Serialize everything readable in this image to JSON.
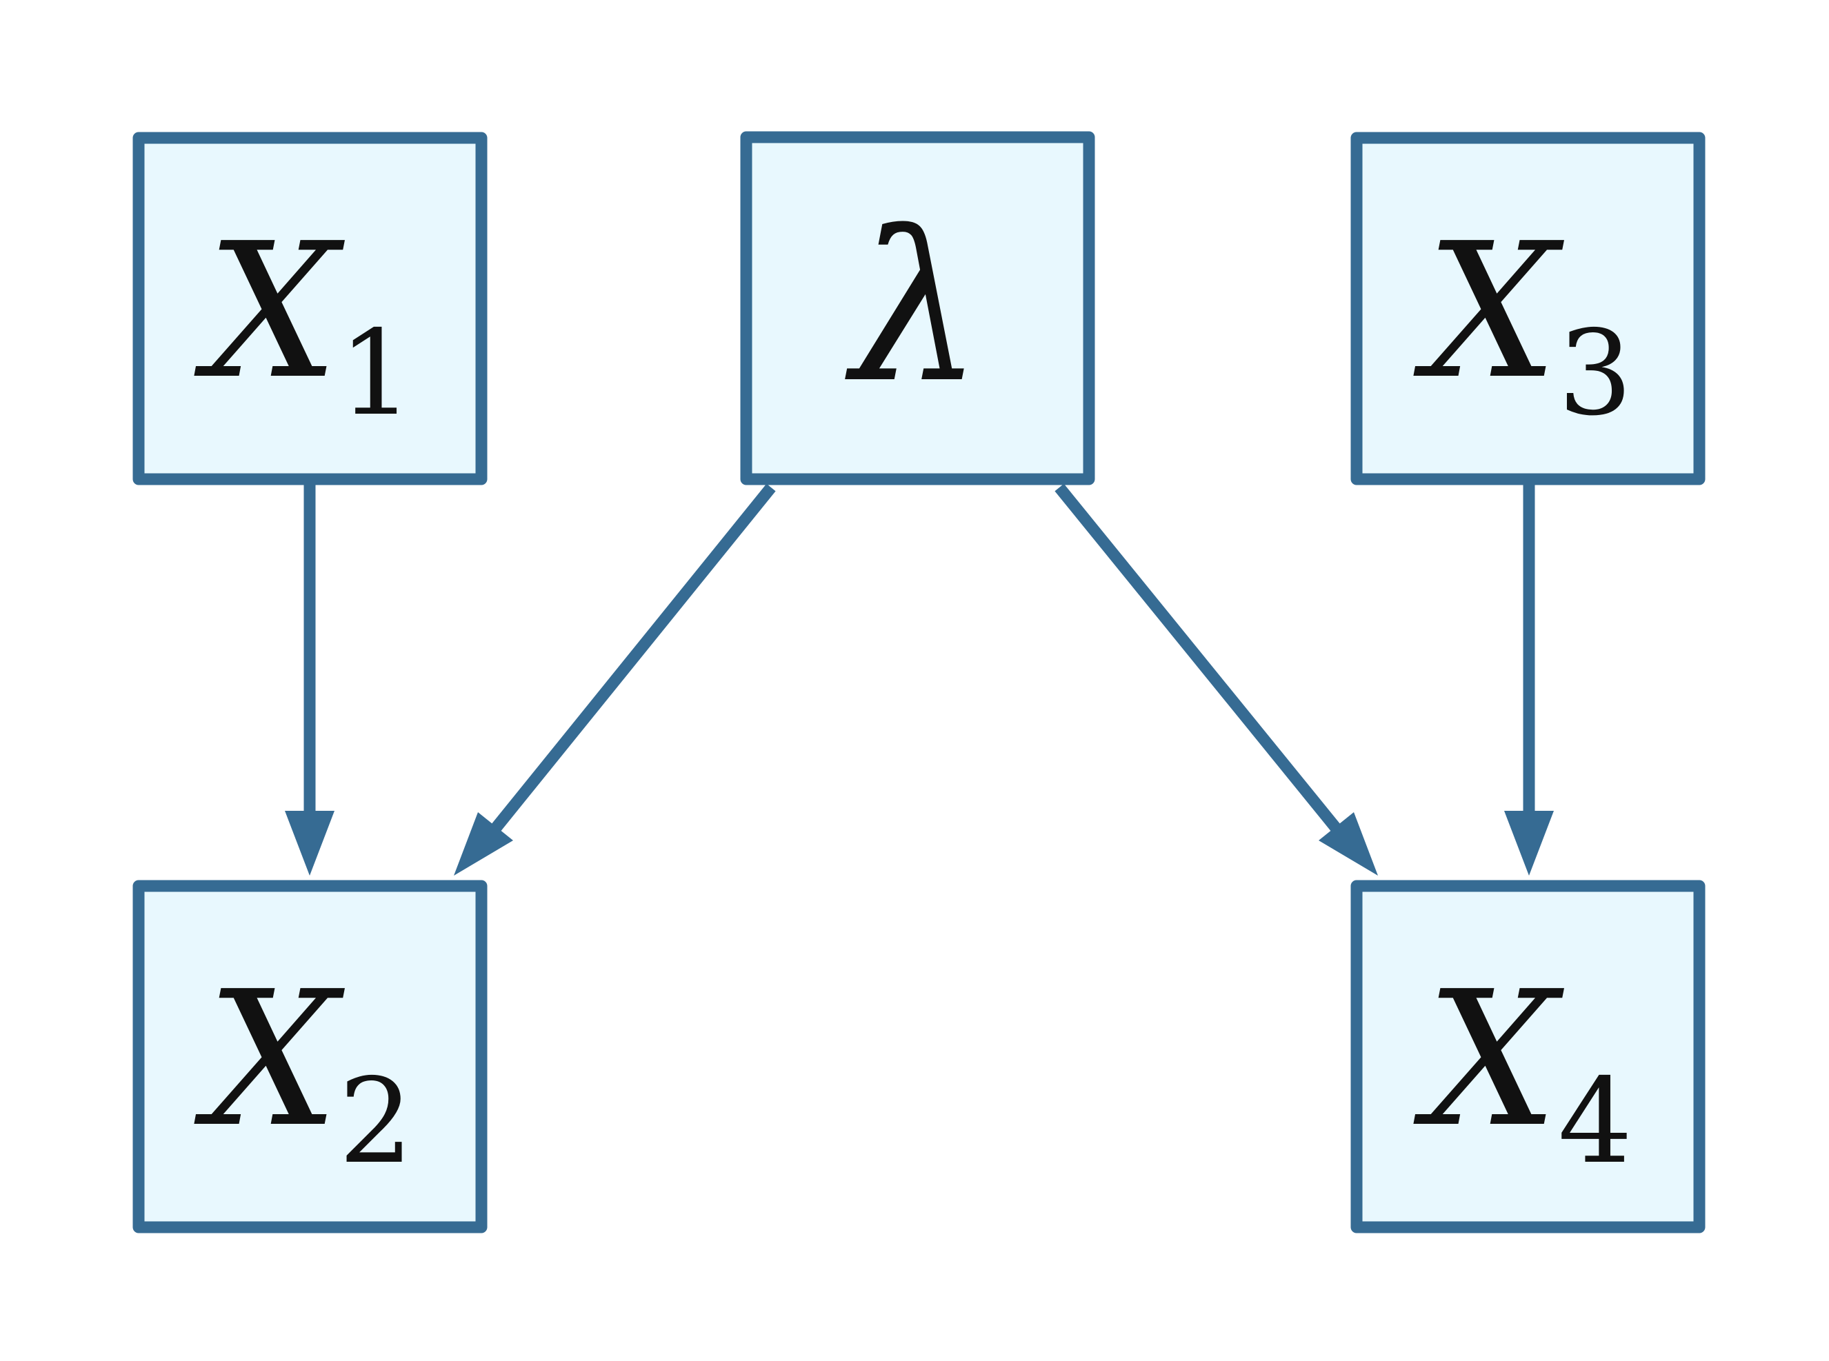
{
  "diagram": {
    "type": "directed-graph",
    "colors": {
      "border": "#366b93",
      "fill": "#e8f8fe",
      "edge": "#366b93",
      "text": "#111111"
    },
    "nodes": [
      {
        "id": "x1",
        "main": "X",
        "sub": "1"
      },
      {
        "id": "lambda",
        "main": "λ",
        "sub": ""
      },
      {
        "id": "x3",
        "main": "X",
        "sub": "3"
      },
      {
        "id": "x2",
        "main": "X",
        "sub": "2"
      },
      {
        "id": "x4",
        "main": "X",
        "sub": "4"
      }
    ],
    "edges": [
      {
        "from": "x1",
        "to": "x2"
      },
      {
        "from": "lambda",
        "to": "x2"
      },
      {
        "from": "lambda",
        "to": "x4"
      },
      {
        "from": "x3",
        "to": "x4"
      }
    ]
  }
}
